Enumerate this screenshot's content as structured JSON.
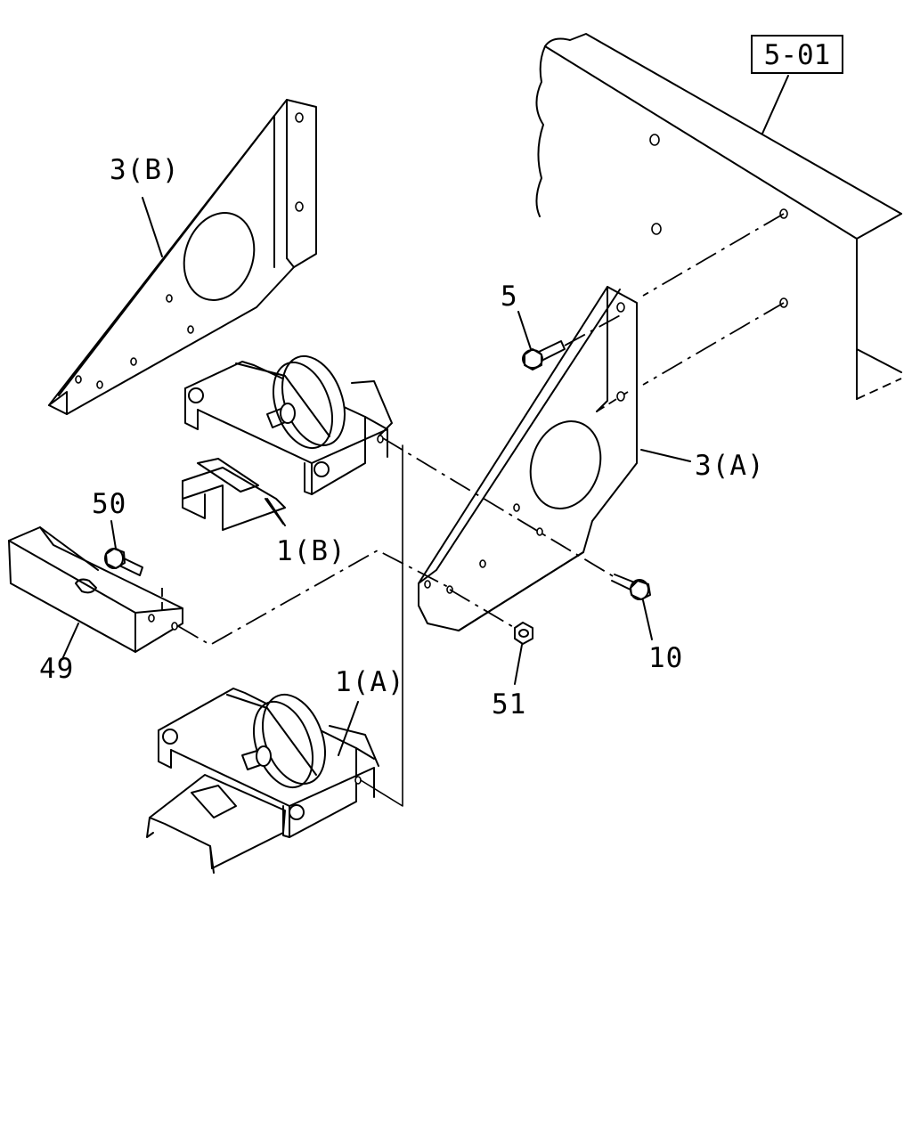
{
  "figure": {
    "reference": "5-01",
    "labels": {
      "label_3b": "3(B)",
      "label_5": "5",
      "label_3a": "3(A)",
      "label_50": "50",
      "label_1b": "1(B)",
      "label_49": "49",
      "label_10": "10",
      "label_51": "51",
      "label_1a": "1(A)"
    }
  }
}
